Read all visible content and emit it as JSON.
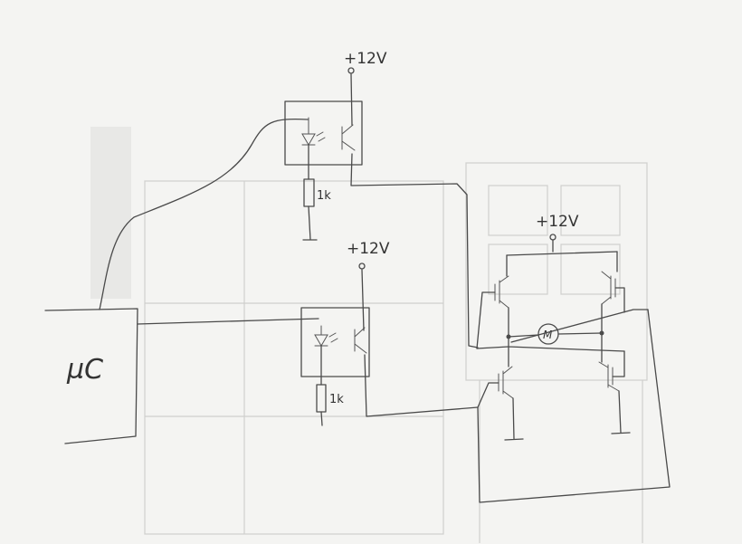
{
  "labels": {
    "supply_top": "+12V",
    "supply_mid": "+12V",
    "supply_bridge": "+12V",
    "resistor_top": "1k",
    "resistor_bottom": "1k",
    "controller": "µC",
    "motor": "M"
  },
  "colors": {
    "ink": "#4a4a4a",
    "paper": "#f4f4f2",
    "show_through": "#cfcfcd"
  }
}
